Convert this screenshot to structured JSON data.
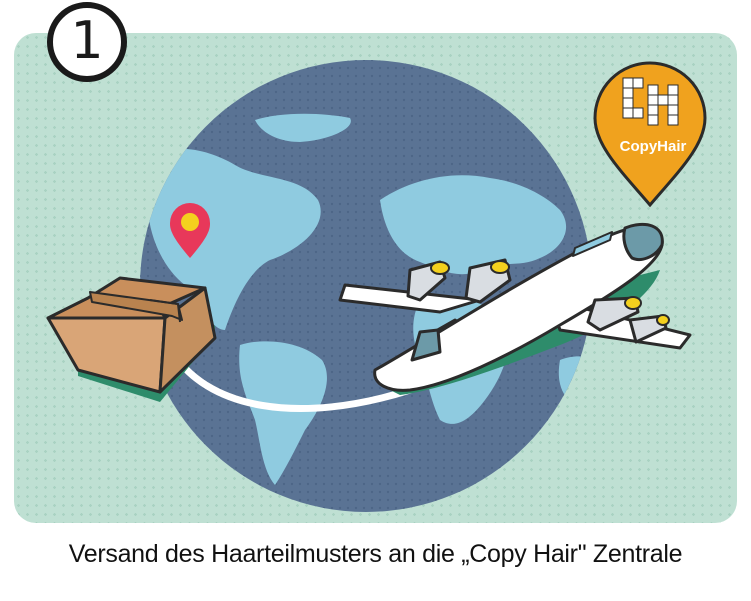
{
  "step": {
    "number": "1"
  },
  "logo": {
    "text": "CopyHair"
  },
  "caption": "Versand des Haarteilmusters an die „Copy Hair\" Zentrale",
  "colors": {
    "background_panel": "#bfe0d3",
    "globe_ocean": "#5a7394",
    "globe_land": "#8fcbe0",
    "box": "#d9a577",
    "pin_red": "#e8385a",
    "logo_orange": "#f0a21e",
    "plane_white": "#ffffff",
    "plane_accent": "#6c9aa8"
  }
}
